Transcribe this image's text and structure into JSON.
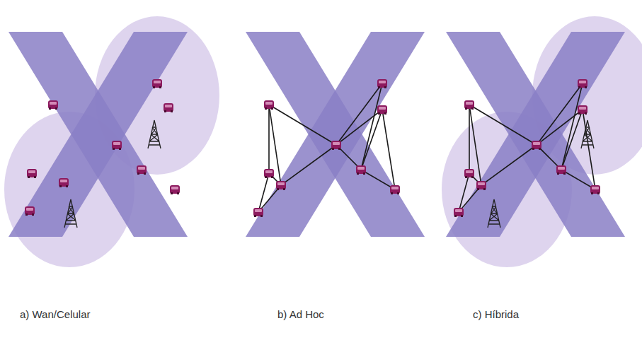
{
  "diagram": {
    "labels": [
      "a) Wan/Celular",
      "b) Ad Hoc",
      "c) Híbrida"
    ]
  }
}
